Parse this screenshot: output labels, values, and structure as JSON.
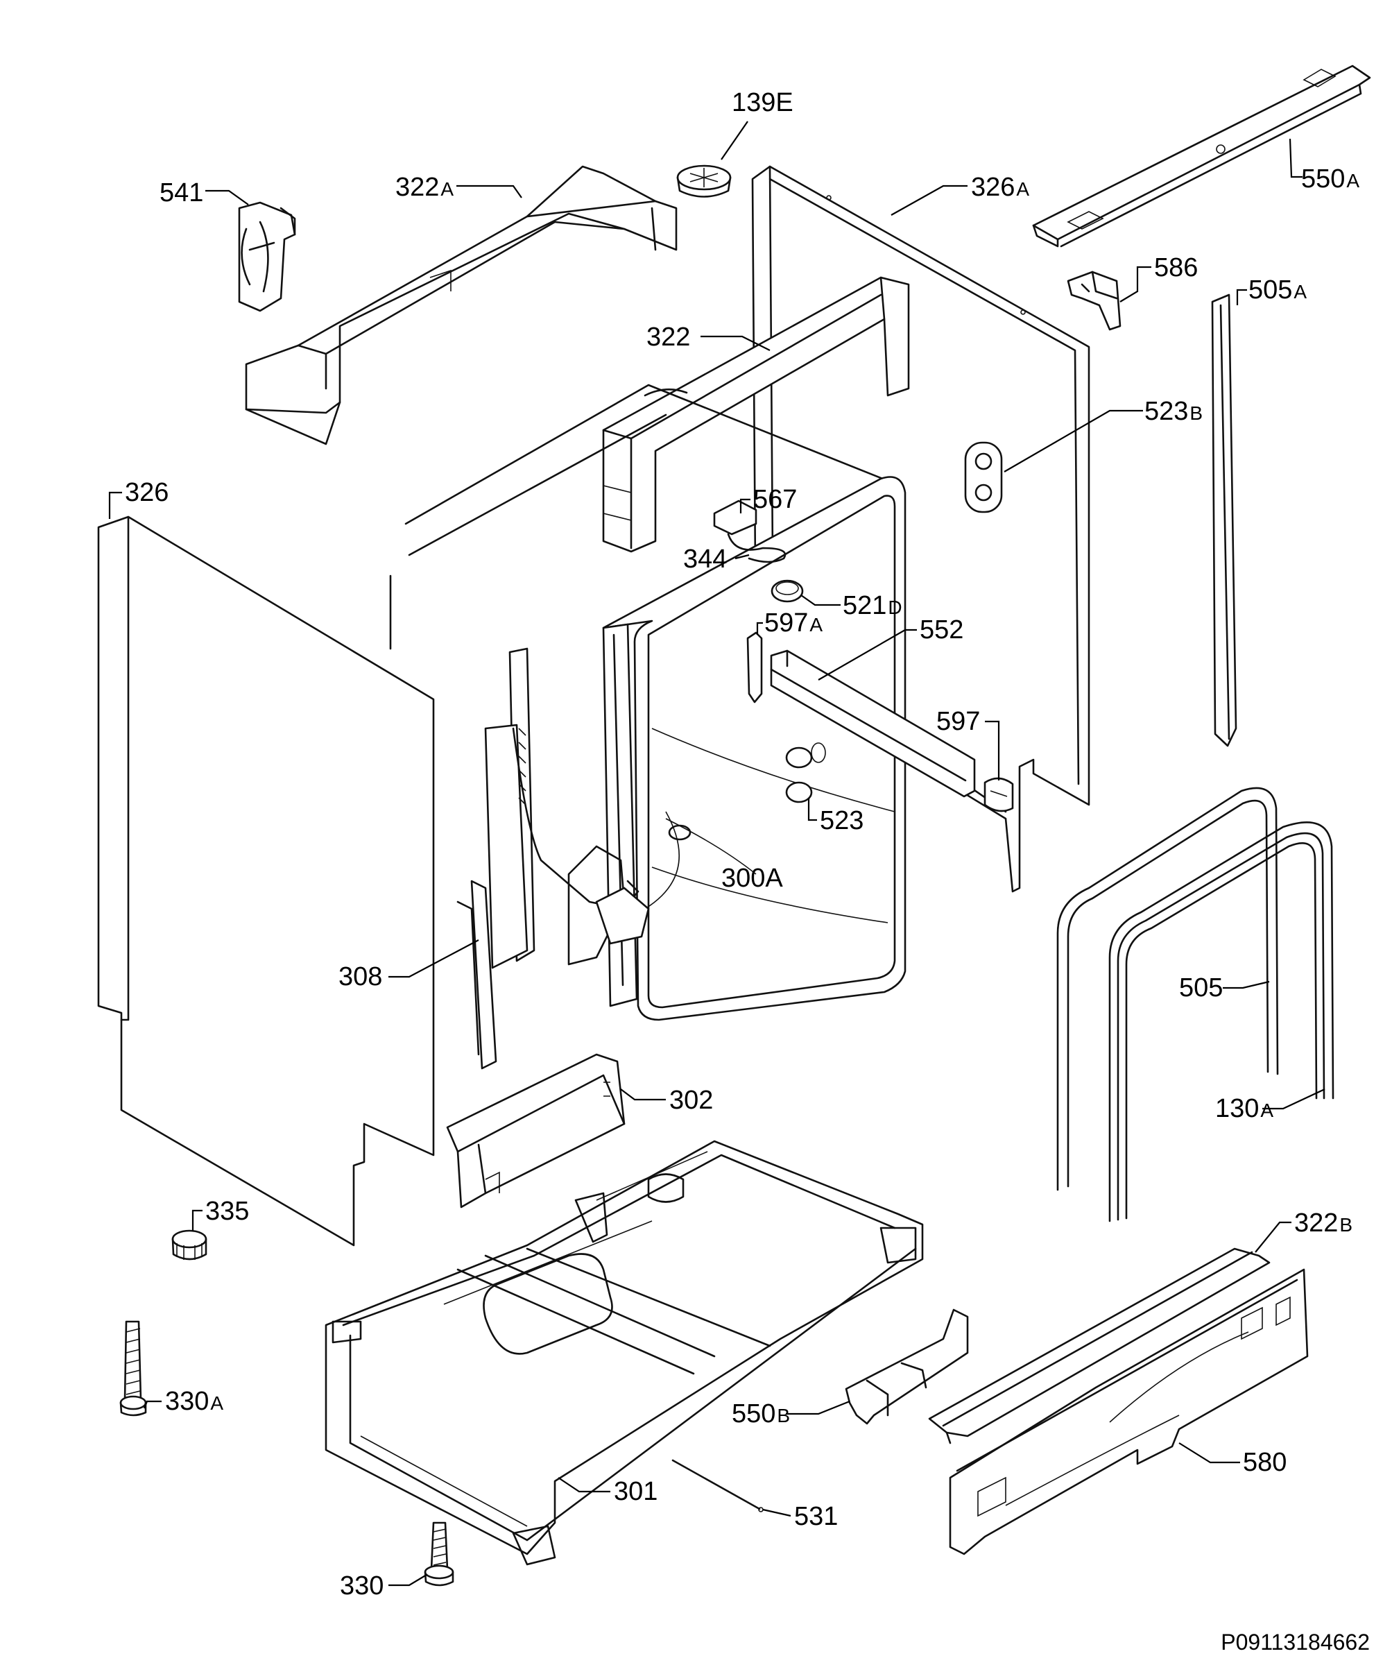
{
  "callouts": {
    "c139E": {
      "num": "139E",
      "sub": ""
    },
    "c541": {
      "num": "541",
      "sub": ""
    },
    "c322A": {
      "num": "322",
      "sub": "A"
    },
    "c326A": {
      "num": "326",
      "sub": "A"
    },
    "c550A": {
      "num": "550",
      "sub": "A"
    },
    "c586": {
      "num": "586",
      "sub": ""
    },
    "c505A": {
      "num": "505",
      "sub": "A"
    },
    "c322": {
      "num": "322",
      "sub": ""
    },
    "c523B": {
      "num": "523",
      "sub": "B"
    },
    "c326": {
      "num": "326",
      "sub": ""
    },
    "c567": {
      "num": "567",
      "sub": ""
    },
    "c344": {
      "num": "344",
      "sub": ""
    },
    "c521D": {
      "num": "521",
      "sub": "D"
    },
    "c597A": {
      "num": "597",
      "sub": "A"
    },
    "c552": {
      "num": "552",
      "sub": ""
    },
    "c597": {
      "num": "597",
      "sub": ""
    },
    "c523": {
      "num": "523",
      "sub": ""
    },
    "c300A": {
      "num": "300A",
      "sub": ""
    },
    "c308": {
      "num": "308",
      "sub": ""
    },
    "c505": {
      "num": "505",
      "sub": ""
    },
    "c302": {
      "num": "302",
      "sub": ""
    },
    "c130A": {
      "num": "130",
      "sub": "A"
    },
    "c335": {
      "num": "335",
      "sub": ""
    },
    "c322B": {
      "num": "322",
      "sub": "B"
    },
    "c330A": {
      "num": "330",
      "sub": "A"
    },
    "c550B": {
      "num": "550",
      "sub": "B"
    },
    "c580": {
      "num": "580",
      "sub": ""
    },
    "c301": {
      "num": "301",
      "sub": ""
    },
    "c531": {
      "num": "531",
      "sub": ""
    },
    "c330": {
      "num": "330",
      "sub": ""
    }
  },
  "reference_code": "P09113184662"
}
